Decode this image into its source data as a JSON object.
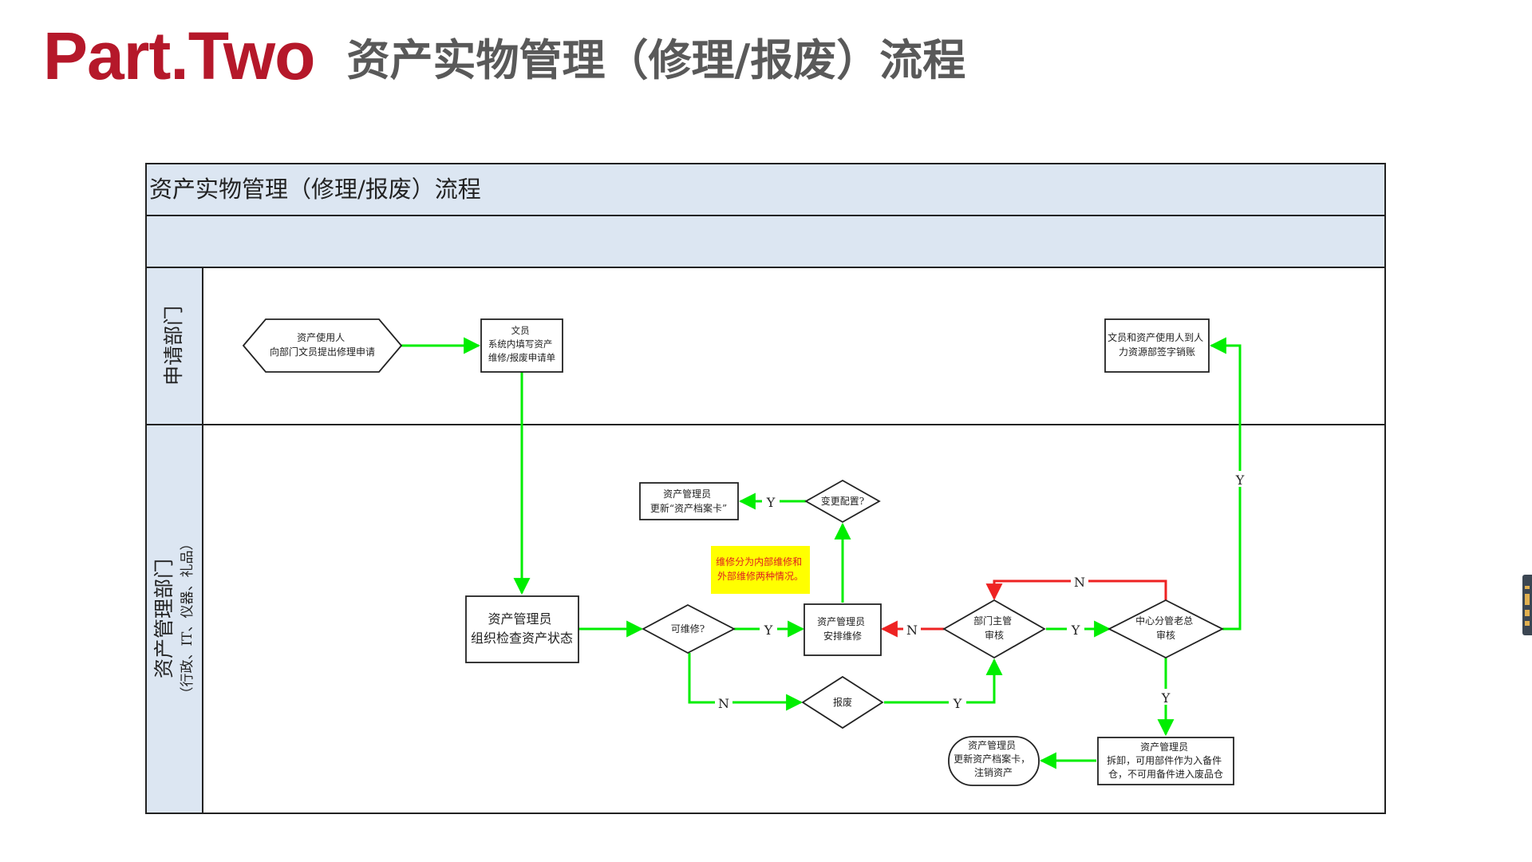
{
  "slide": {
    "part_label": "Part.Two",
    "title": "资产实物管理（修理/报废）流程"
  },
  "diagram": {
    "title": "资产实物管理（修理/报废）流程",
    "lanes": {
      "apply": "申请部门",
      "asset_main": "资产管理部门",
      "asset_sub": "（行政、IT、仪器、礼品）"
    },
    "nodes": {
      "n1": [
        "资产使用人",
        "向部门文员提出修理申请"
      ],
      "n2": [
        "文员",
        "系统内填写资产",
        "维修/报废申请单"
      ],
      "n3": [
        "文员和资产使用人到人",
        "力资源部签字销账"
      ],
      "n4": [
        "资产管理员",
        "组织检查资产状态"
      ],
      "n5": [
        "可维修?"
      ],
      "n6": [
        "资产管理员",
        "安排维修"
      ],
      "n7": [
        "变更配置?"
      ],
      "n8": [
        "资产管理员",
        "更新“资产档案卡”"
      ],
      "n9": [
        "部门主管",
        "审核"
      ],
      "n10": [
        "中心分管老总",
        "审核"
      ],
      "n11": [
        "报废"
      ],
      "n12": [
        "资产管理员",
        "拆卸，可用部件作为入备件",
        "仓，不可用备件进入废品仓"
      ],
      "n13": [
        "资产管理员",
        "更新资产档案卡，",
        "注销资产"
      ]
    },
    "note": [
      "维修分为内部维修和",
      "外部维修两种情况。"
    ],
    "edge_labels": {
      "y": "Y",
      "n": "N"
    }
  },
  "colors": {
    "accent": "#b5182a",
    "title_gray": "#595959",
    "flow_green": "#00ee00",
    "flow_red": "#ee2222",
    "lane_header_bg": "#dce6f2",
    "note_bg": "#ffff00",
    "note_text": "#e02020"
  }
}
